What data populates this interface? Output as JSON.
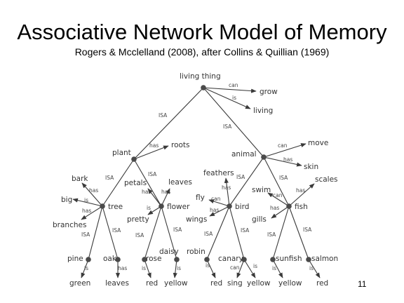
{
  "slide": {
    "title": "Associative Network Model of Memory",
    "subtitle": "Rogers & Mcclelland (2008), after Collins & Quillian (1969)",
    "number": "11"
  },
  "nodes": {
    "living_thing": "living thing",
    "plant": "plant",
    "animal": "animal",
    "tree": "tree",
    "flower": "flower",
    "bird": "bird",
    "fish": "fish",
    "pine": "pine",
    "oak": "oak",
    "rose": "rose",
    "daisy": "daisy",
    "robin": "robin",
    "canary": "canary",
    "sunfish": "sunfish",
    "salmon": "salmon"
  },
  "properties": {
    "grow": "grow",
    "living": "living",
    "roots": "roots",
    "move": "move",
    "skin": "skin",
    "bark": "bark",
    "big": "big",
    "branches": "branches",
    "petals": "petals",
    "leaves": "leaves",
    "pretty": "pretty",
    "feathers": "feathers",
    "fly": "fly",
    "wings": "wings",
    "swim": "swim",
    "scales": "scales",
    "gills": "gills",
    "pine_green": "green",
    "oak_leaves": "leaves",
    "rose_red": "red",
    "daisy_yellow": "yellow",
    "robin_red": "red",
    "canary_sing": "sing",
    "canary_yellow": "yellow",
    "sunfish_yellow": "yellow",
    "salmon_red": "red"
  },
  "relations": {
    "isa": "ISA",
    "can": "can",
    "is": "is",
    "has": "has"
  }
}
